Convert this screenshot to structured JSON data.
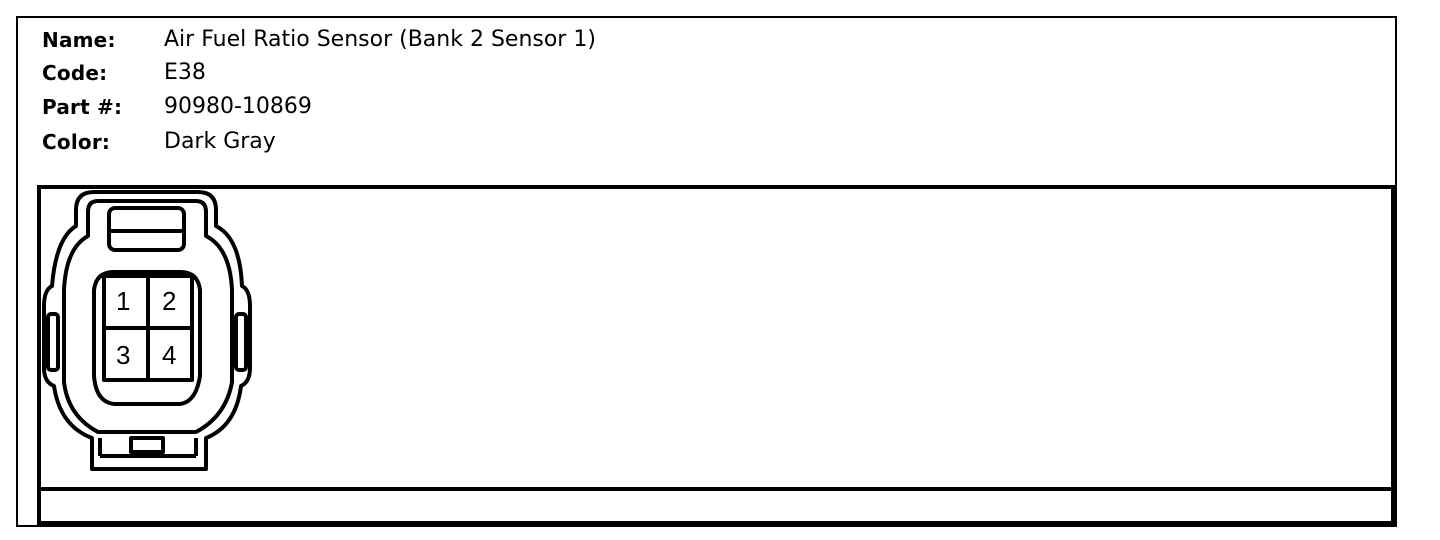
{
  "connector_info": {
    "name_label": "Name:",
    "name_value": "Air Fuel Ratio Sensor (Bank 2 Sensor 1)",
    "code_label": "Code:",
    "code_value": "E38",
    "part_label": "Part #:",
    "part_value": "90980-10869",
    "color_label": "Color:",
    "color_value": "Dark Gray"
  },
  "connector": {
    "pins": [
      "1",
      "2",
      "3",
      "4"
    ]
  }
}
